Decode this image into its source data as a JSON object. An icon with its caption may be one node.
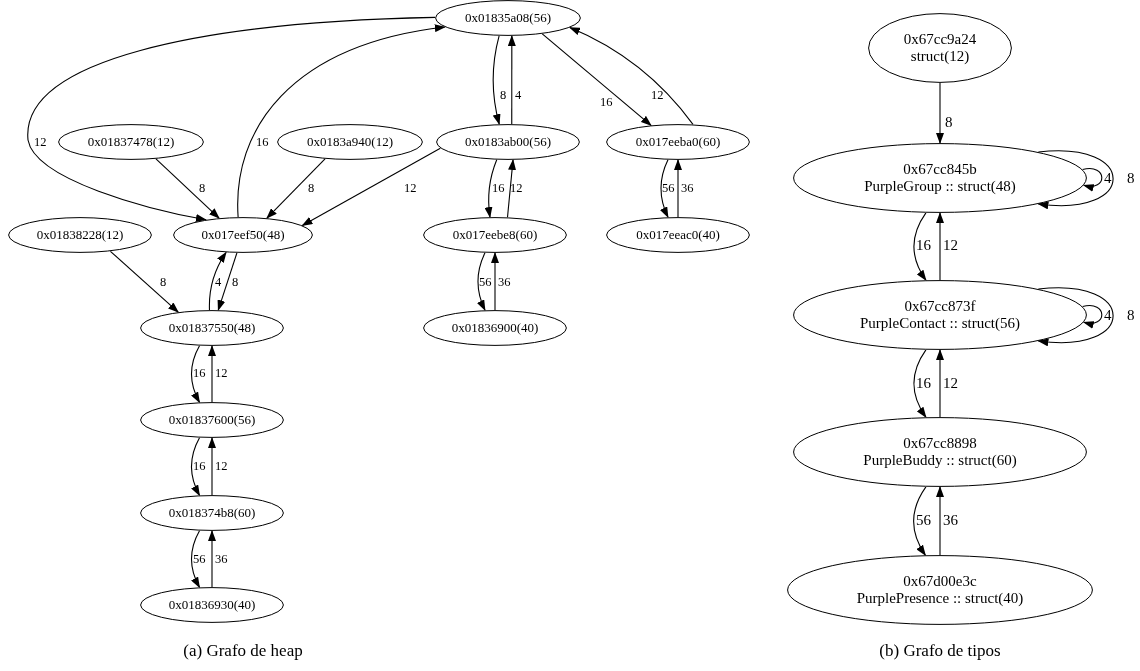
{
  "diagram": {
    "nodes": [
      {
        "text": [
          "0x01835a08(56)"
        ]
      },
      {
        "text": [
          "0x01837478(12)"
        ]
      },
      {
        "text": [
          "0x0183a940(12)"
        ]
      },
      {
        "text": [
          "0x0183ab00(56)"
        ]
      },
      {
        "text": [
          "0x017eeba0(60)"
        ]
      },
      {
        "text": [
          "0x01838228(12)"
        ]
      },
      {
        "text": [
          "0x017eef50(48)"
        ]
      },
      {
        "text": [
          "0x017eebe8(60)"
        ]
      },
      {
        "text": [
          "0x017eeac0(40)"
        ]
      },
      {
        "text": [
          "0x01837550(48)"
        ]
      },
      {
        "text": [
          "0x01836900(40)"
        ]
      },
      {
        "text": [
          "0x01837600(56)"
        ]
      },
      {
        "text": [
          "0x018374b8(60)"
        ]
      },
      {
        "text": [
          "0x01836930(40)"
        ]
      },
      {
        "text": [
          "0x67cc9a24",
          "struct(12)"
        ]
      },
      {
        "text": [
          "0x67cc845b",
          "PurpleGroup :: struct(48)"
        ]
      },
      {
        "text": [
          "0x67cc873f",
          "PurpleContact :: struct(56)"
        ]
      },
      {
        "text": [
          "0x67cc8898",
          "PurpleBuddy :: struct(60)"
        ]
      },
      {
        "text": [
          "0x67d00e3c",
          "PurplePresence :: struct(40)"
        ]
      }
    ],
    "edges": [
      {
        "from": 0,
        "to": 6,
        "arrow": "to",
        "label": "12"
      },
      {
        "from": 6,
        "to": 0,
        "arrow": "to",
        "label": "16"
      },
      {
        "from": 1,
        "to": 6,
        "arrow": "to",
        "label": "8"
      },
      {
        "from": 2,
        "to": 6,
        "arrow": "to",
        "label": "8"
      },
      {
        "from": 3,
        "to": 6,
        "arrow": "to",
        "label": "12"
      },
      {
        "from": 0,
        "to": 3,
        "arrow": "to",
        "label": "8"
      },
      {
        "from": 3,
        "to": 0,
        "arrow": "to",
        "label": "4"
      },
      {
        "from": 0,
        "to": 4,
        "arrow": "to",
        "label": "16"
      },
      {
        "from": 4,
        "to": 0,
        "arrow": "to",
        "label": "12"
      },
      {
        "from": 5,
        "to": 9,
        "arrow": "to",
        "label": "8"
      },
      {
        "from": 9,
        "to": 6,
        "arrow": "to",
        "label": "4"
      },
      {
        "from": 6,
        "to": 9,
        "arrow": "to",
        "label": "8"
      },
      {
        "from": 3,
        "to": 7,
        "arrow": "to",
        "label": "16"
      },
      {
        "from": 7,
        "to": 3,
        "arrow": "to",
        "label": "12"
      },
      {
        "from": 4,
        "to": 8,
        "arrow": "to",
        "label": "56"
      },
      {
        "from": 8,
        "to": 4,
        "arrow": "to",
        "label": "36"
      },
      {
        "from": 7,
        "to": 10,
        "arrow": "to",
        "label": "56"
      },
      {
        "from": 10,
        "to": 7,
        "arrow": "to",
        "label": "36"
      },
      {
        "from": 9,
        "to": 11,
        "arrow": "to",
        "label": "16"
      },
      {
        "from": 11,
        "to": 9,
        "arrow": "to",
        "label": "12"
      },
      {
        "from": 11,
        "to": 12,
        "arrow": "to",
        "label": "16"
      },
      {
        "from": 12,
        "to": 11,
        "arrow": "to",
        "label": "12"
      },
      {
        "from": 12,
        "to": 13,
        "arrow": "to",
        "label": "56"
      },
      {
        "from": 13,
        "to": 12,
        "arrow": "to",
        "label": "36"
      },
      {
        "from": 14,
        "to": 15,
        "arrow": "to",
        "label": "8"
      },
      {
        "from": 15,
        "to": 15,
        "arrow": "to",
        "label": "4"
      },
      {
        "from": 15,
        "to": 15,
        "arrow": "to",
        "label": "8"
      },
      {
        "from": 15,
        "to": 16,
        "arrow": "to",
        "label": "16"
      },
      {
        "from": 16,
        "to": 15,
        "arrow": "to",
        "label": "12"
      },
      {
        "from": 16,
        "to": 16,
        "arrow": "to",
        "label": "4"
      },
      {
        "from": 16,
        "to": 16,
        "arrow": "to",
        "label": "8"
      },
      {
        "from": 16,
        "to": 17,
        "arrow": "to",
        "label": "16"
      },
      {
        "from": 17,
        "to": 16,
        "arrow": "to",
        "label": "12"
      },
      {
        "from": 17,
        "to": 18,
        "arrow": "to",
        "label": "56"
      },
      {
        "from": 18,
        "to": 17,
        "arrow": "to",
        "label": "36"
      }
    ],
    "labels": [
      "(a) Grafo de heap",
      "(b) Grafo de tipos"
    ]
  }
}
